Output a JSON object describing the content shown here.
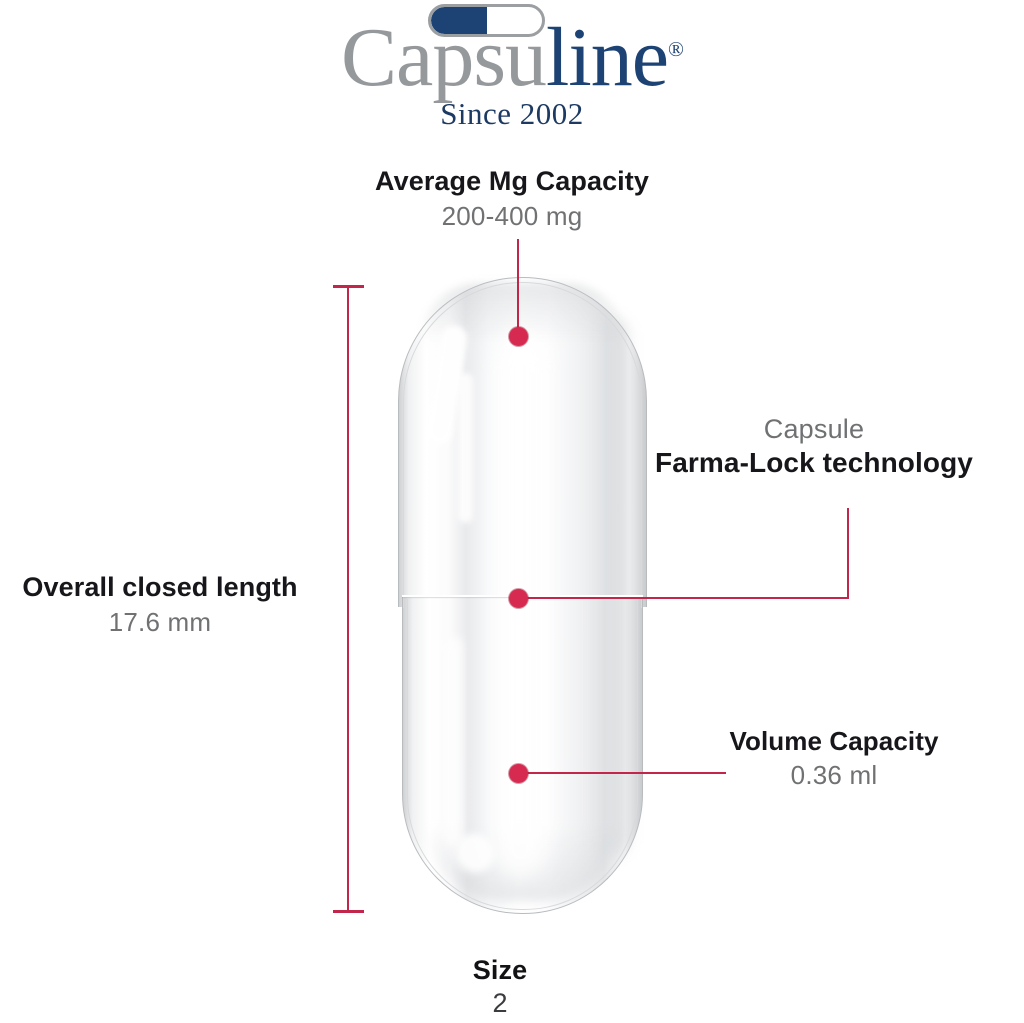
{
  "brand": {
    "wordmark_gray": "Capsu",
    "wordmark_navy": "line",
    "registered_symbol": "®",
    "tagline": "Since 2002",
    "logo_icon": "capsule-icon",
    "color_navy": "#1d4374",
    "color_gray": "#96999c"
  },
  "accent_color": "#c2274b",
  "annotations": {
    "mg_capacity": {
      "title": "Average Mg Capacity",
      "value": "200-400 mg"
    },
    "farma_lock": {
      "title": "Capsule",
      "value": "Farma-Lock technology"
    },
    "volume_capacity": {
      "title": "Volume Capacity",
      "value": "0.36 ml"
    },
    "closed_length": {
      "title": "Overall closed length",
      "value": "17.6 mm"
    },
    "size": {
      "title": "Size",
      "value": "2"
    }
  },
  "product": {
    "type": "gelatin-capsule",
    "appearance": "clear-transparent"
  }
}
